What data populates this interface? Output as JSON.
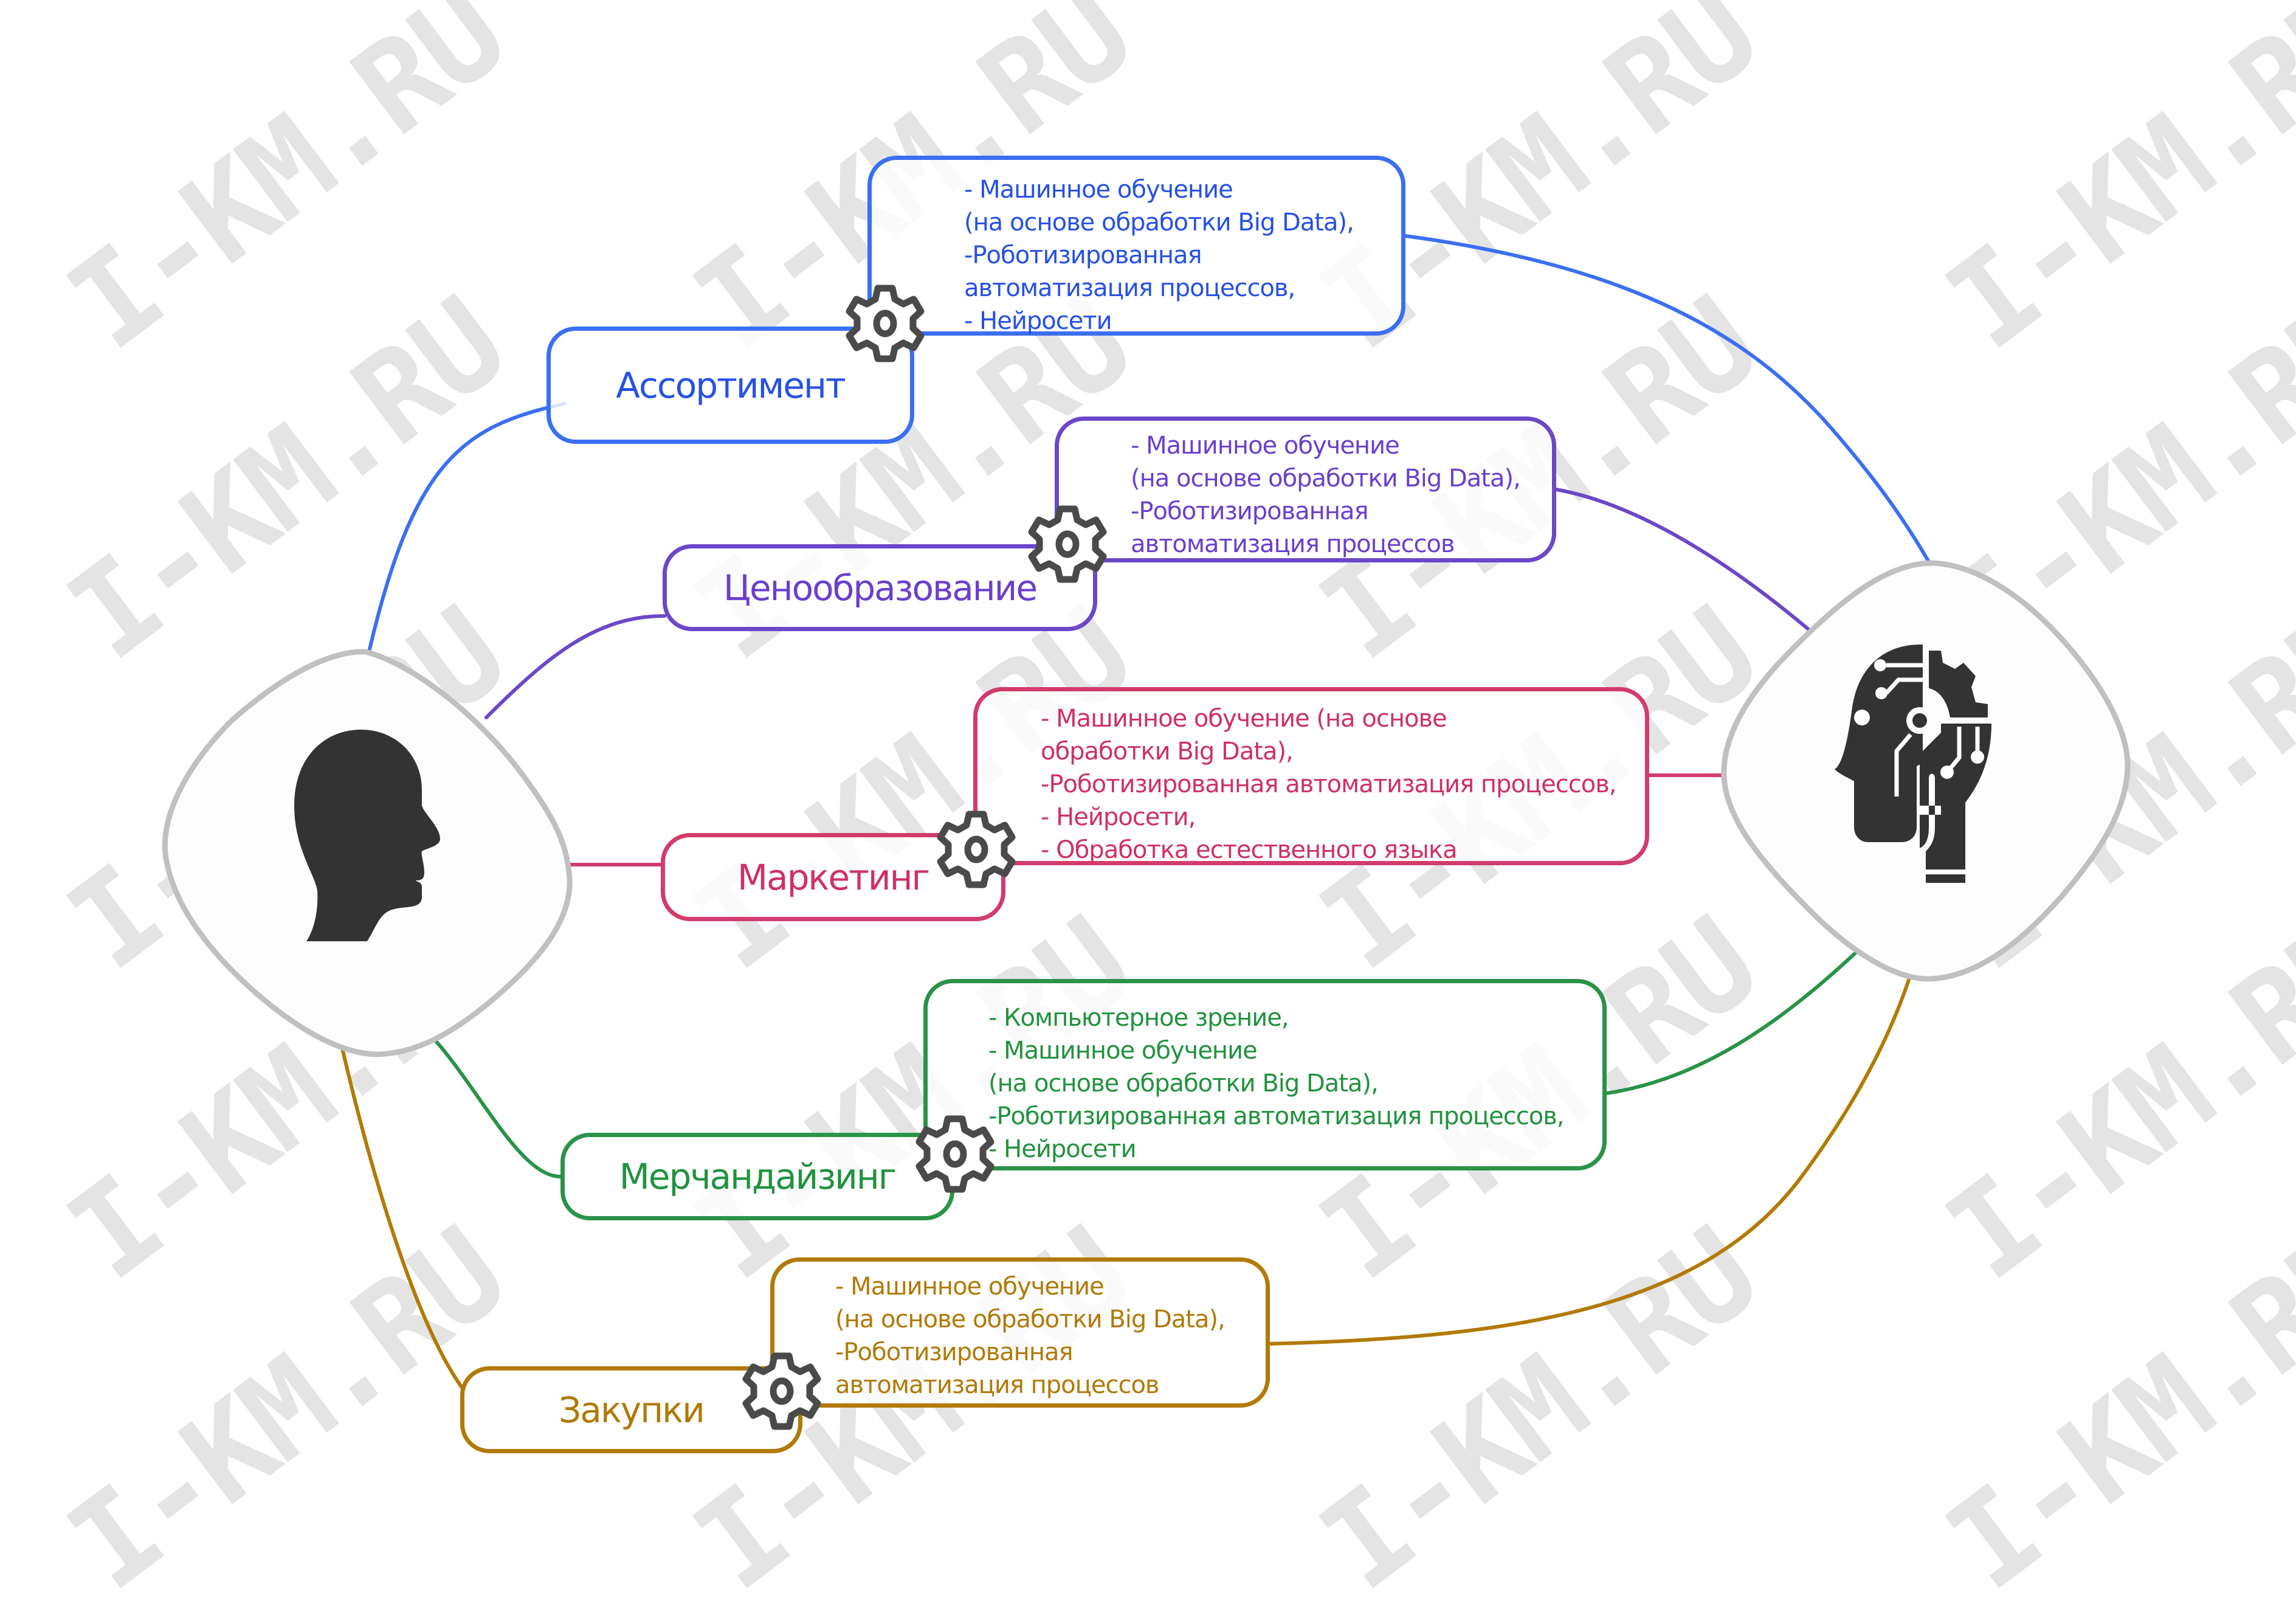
{
  "watermark": {
    "text": "I-KM.RU",
    "color": "#e4e4e4"
  },
  "nodes": {
    "human": {
      "icon": "human-head-icon",
      "border_color": "#c0c0c0",
      "icon_color": "#333333"
    },
    "ai": {
      "icon": "ai-head-circuit-icon",
      "border_color": "#c0c0c0",
      "icon_color": "#333333"
    }
  },
  "branches": [
    {
      "id": "assortment",
      "topic": "Ассортимент",
      "color": "#3b6ff2",
      "text_color": "#2650e6",
      "details": [
        "- Машинное обучение",
        "(на основе обработки Big Data),",
        "-Роботизированная",
        "автоматизация процессов,",
        "- Нейросети"
      ]
    },
    {
      "id": "pricing",
      "topic": "Ценообразование",
      "color": "#6b47c9",
      "text_color": "#6a3fcf",
      "details": [
        "- Машинное обучение",
        "(на основе обработки Big Data),",
        "-Роботизированная",
        "автоматизация процессов"
      ]
    },
    {
      "id": "marketing",
      "topic": "Маркетинг",
      "color": "#d23c6b",
      "text_color": "#d03064",
      "details": [
        "- Машинное обучение (на основе",
        "обработки Big Data),",
        "-Роботизированная автоматизация процессов,",
        "- Нейросети,",
        "- Обработка естественного языка"
      ]
    },
    {
      "id": "merchandising",
      "topic": "Мерчандайзинг",
      "color": "#2a9348",
      "text_color": "#21923f",
      "details": [
        "- Компьютерное зрение,",
        "- Машинное обучение",
        "(на основе обработки Big Data),",
        "-Роботизированная автоматизация процессов,",
        "- Нейросети"
      ]
    },
    {
      "id": "purchases",
      "topic": "Закупки",
      "color": "#b27a07",
      "text_color": "#b07a06",
      "details": [
        "- Машинное обучение",
        "(на основе обработки Big Data),",
        "-Роботизированная",
        "автоматизация процессов"
      ]
    }
  ],
  "gear_icon": {
    "name": "gear-icon",
    "color": "#4a4a4a"
  }
}
